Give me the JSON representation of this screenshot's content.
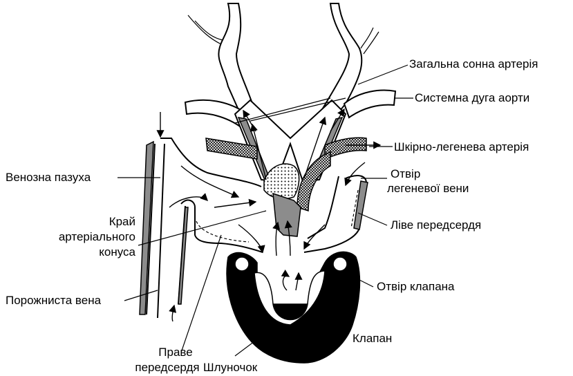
{
  "labels": {
    "carotid": "Загальна сонна артерія",
    "systemic_arch": "Системна дуга аорти",
    "pulmocutaneous": "Шкірно-легенева артерія",
    "venous_sinus": "Венозна пазуха",
    "pulmonary_vein_opening_1": "Отвір",
    "pulmonary_vein_opening_2": "легеневої вени",
    "conus_edge_1": "Край",
    "conus_edge_2": "артеріального",
    "conus_edge_3": "конуса",
    "left_atrium": "Ліве передсердя",
    "vena_cava": "Порожниста вена",
    "valve_opening": "Отвір клапана",
    "valve": "Клапан",
    "right_atrium_1": "Праве",
    "right_atrium_2": "передсердя",
    "ventricle": "Шлуночок"
  }
}
